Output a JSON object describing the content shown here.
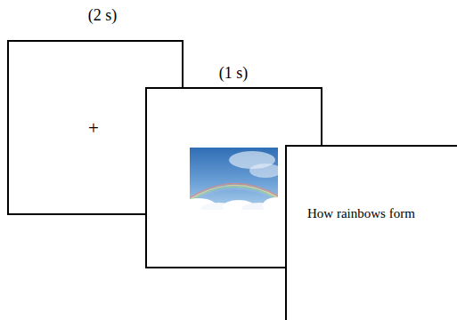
{
  "diagram": {
    "nodes": [
      {
        "text": [
          "(2 s)",
          "+"
        ]
      },
      {
        "text": [
          "(1 s)"
        ]
      },
      {
        "text": [
          "How rainbows form"
        ]
      }
    ]
  }
}
